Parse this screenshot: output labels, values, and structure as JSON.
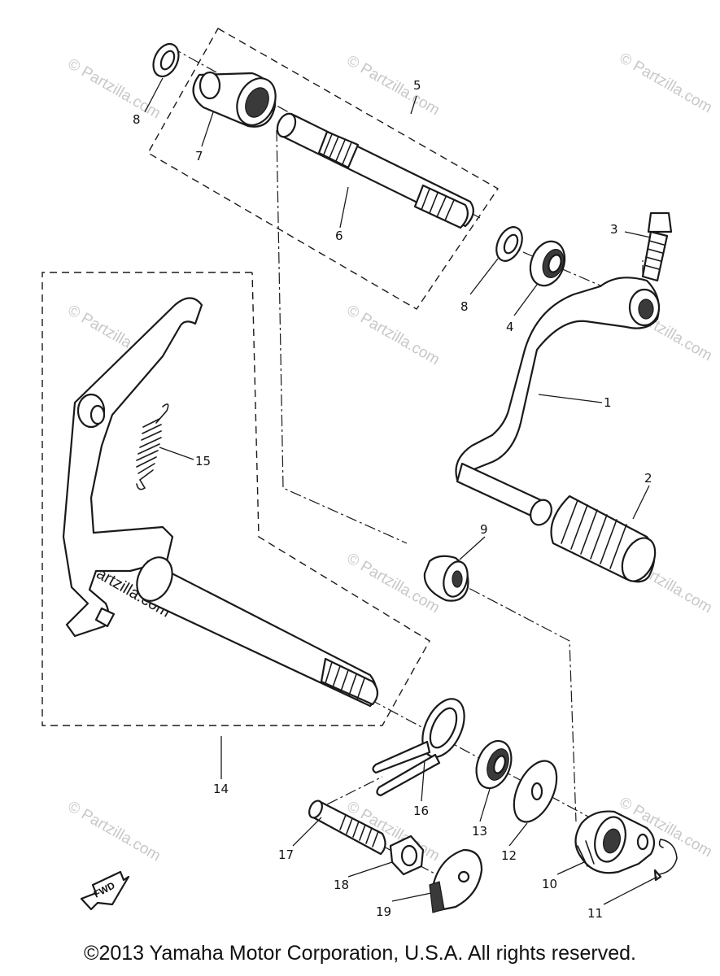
{
  "callouts": {
    "c1": "1",
    "c2": "2",
    "c3": "3",
    "c4": "4",
    "c5": "5",
    "c6": "6",
    "c7": "7",
    "c8a": "8",
    "c8b": "8",
    "c9": "9",
    "c10": "10",
    "c11": "11",
    "c12": "12",
    "c13": "13",
    "c14": "14",
    "c15": "15",
    "c16": "16",
    "c17": "17",
    "c18": "18",
    "c19": "19"
  },
  "fwd_label": "FWD",
  "watermark": "© Partzilla.com",
  "copyright": "©2013 Yamaha Motor Corporation, U.S.A. All rights reserved.",
  "colors": {
    "line": "#1a1a1a",
    "watermark": "#c8c8c8",
    "background": "#ffffff"
  }
}
